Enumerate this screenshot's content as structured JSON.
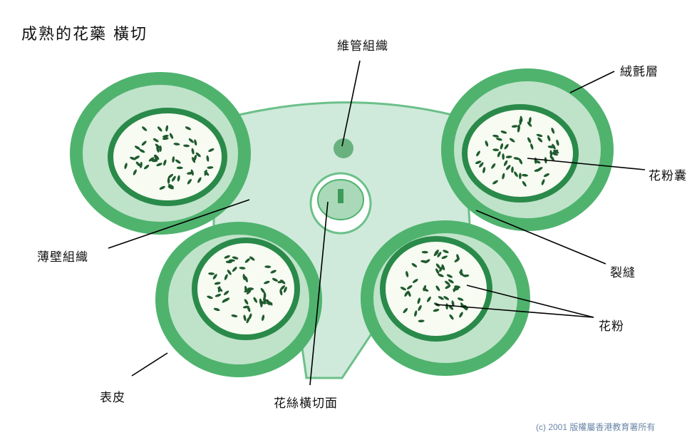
{
  "title": "成熟的花藥 橫切",
  "labels": {
    "vascular": "維管組織",
    "tapetum": "絨氈層",
    "pollen_sac": "花粉囊",
    "parenchyma": "薄壁組織",
    "stomium": "裂縫",
    "pollen": "花粉",
    "epidermis": "表皮",
    "filament": "花絲橫切面"
  },
  "copyright": "(c) 2001 版權屬香港教育署所有",
  "colors": {
    "tissue": "#b9e0c8",
    "wall": "#4fb36e",
    "dark": "#2a8a4a",
    "pollen": "#1f5a2e",
    "sac": "#f7fbf2"
  }
}
